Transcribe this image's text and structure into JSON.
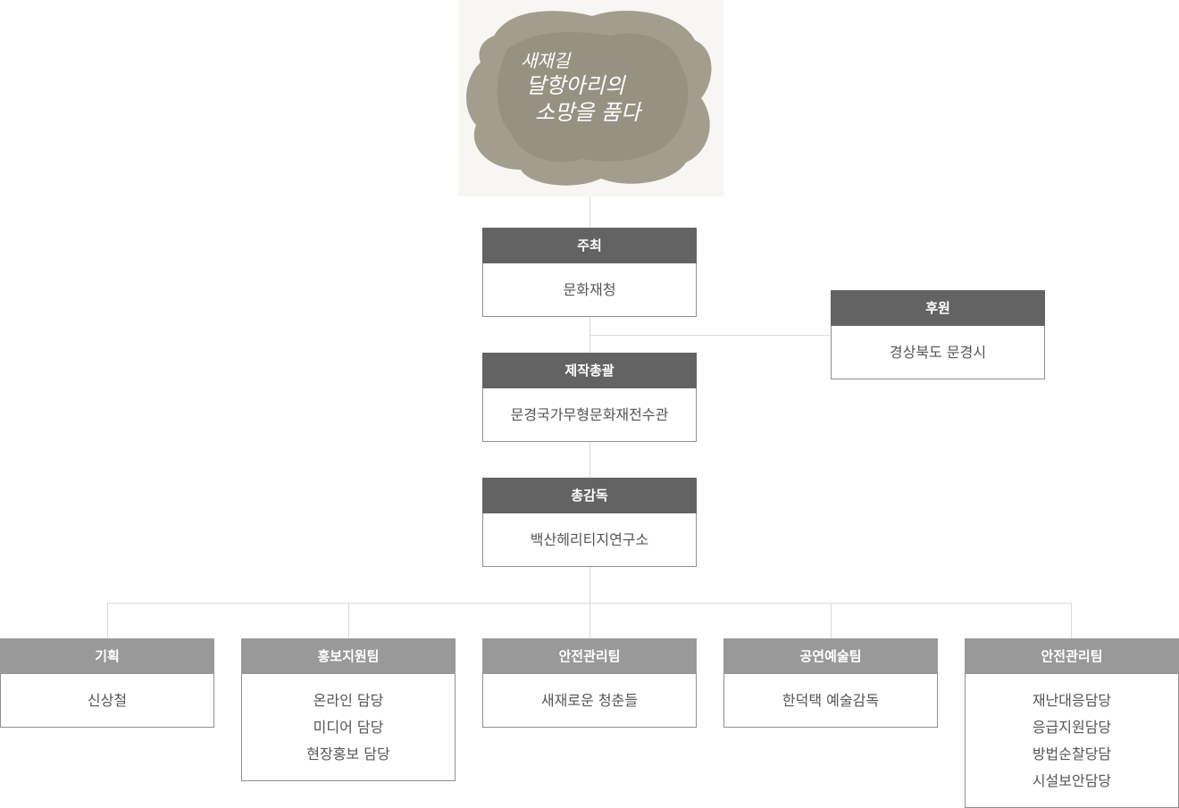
{
  "logo": {
    "line1": "새재길",
    "line2": "달항아리의",
    "line3": "소망을 품다",
    "colors": {
      "blot": "#9b9586",
      "text": "#ffffff",
      "background": "#f7f6f3"
    }
  },
  "host": {
    "title": "주최",
    "body": "문화재청"
  },
  "sponsor": {
    "title": "후원",
    "body": "경상북도 문경시"
  },
  "production": {
    "title": "제작총괄",
    "body": "문경국가무형문화재전수관"
  },
  "director": {
    "title": "총감독",
    "body": "백산헤리티지연구소"
  },
  "teams": [
    {
      "title": "기획",
      "lines": [
        "신상철"
      ]
    },
    {
      "title": "홍보지원팀",
      "lines": [
        "온라인 담당",
        "미디어 담당",
        "현장홍보 담당"
      ]
    },
    {
      "title": "안전관리팀",
      "lines": [
        "새재로운 청춘들"
      ]
    },
    {
      "title": "공연예술팀",
      "lines": [
        "한덕택 예술감독"
      ]
    },
    {
      "title": "안전관리팀",
      "lines": [
        "재난대응담당",
        "응급지원담당",
        "방법순찰당담",
        "시설보안담당"
      ]
    }
  ],
  "colors": {
    "header_dark": "#636363",
    "header_light": "#999999",
    "connector": "#d9d9d9",
    "border": "#8f8f8f",
    "text": "#555555"
  }
}
